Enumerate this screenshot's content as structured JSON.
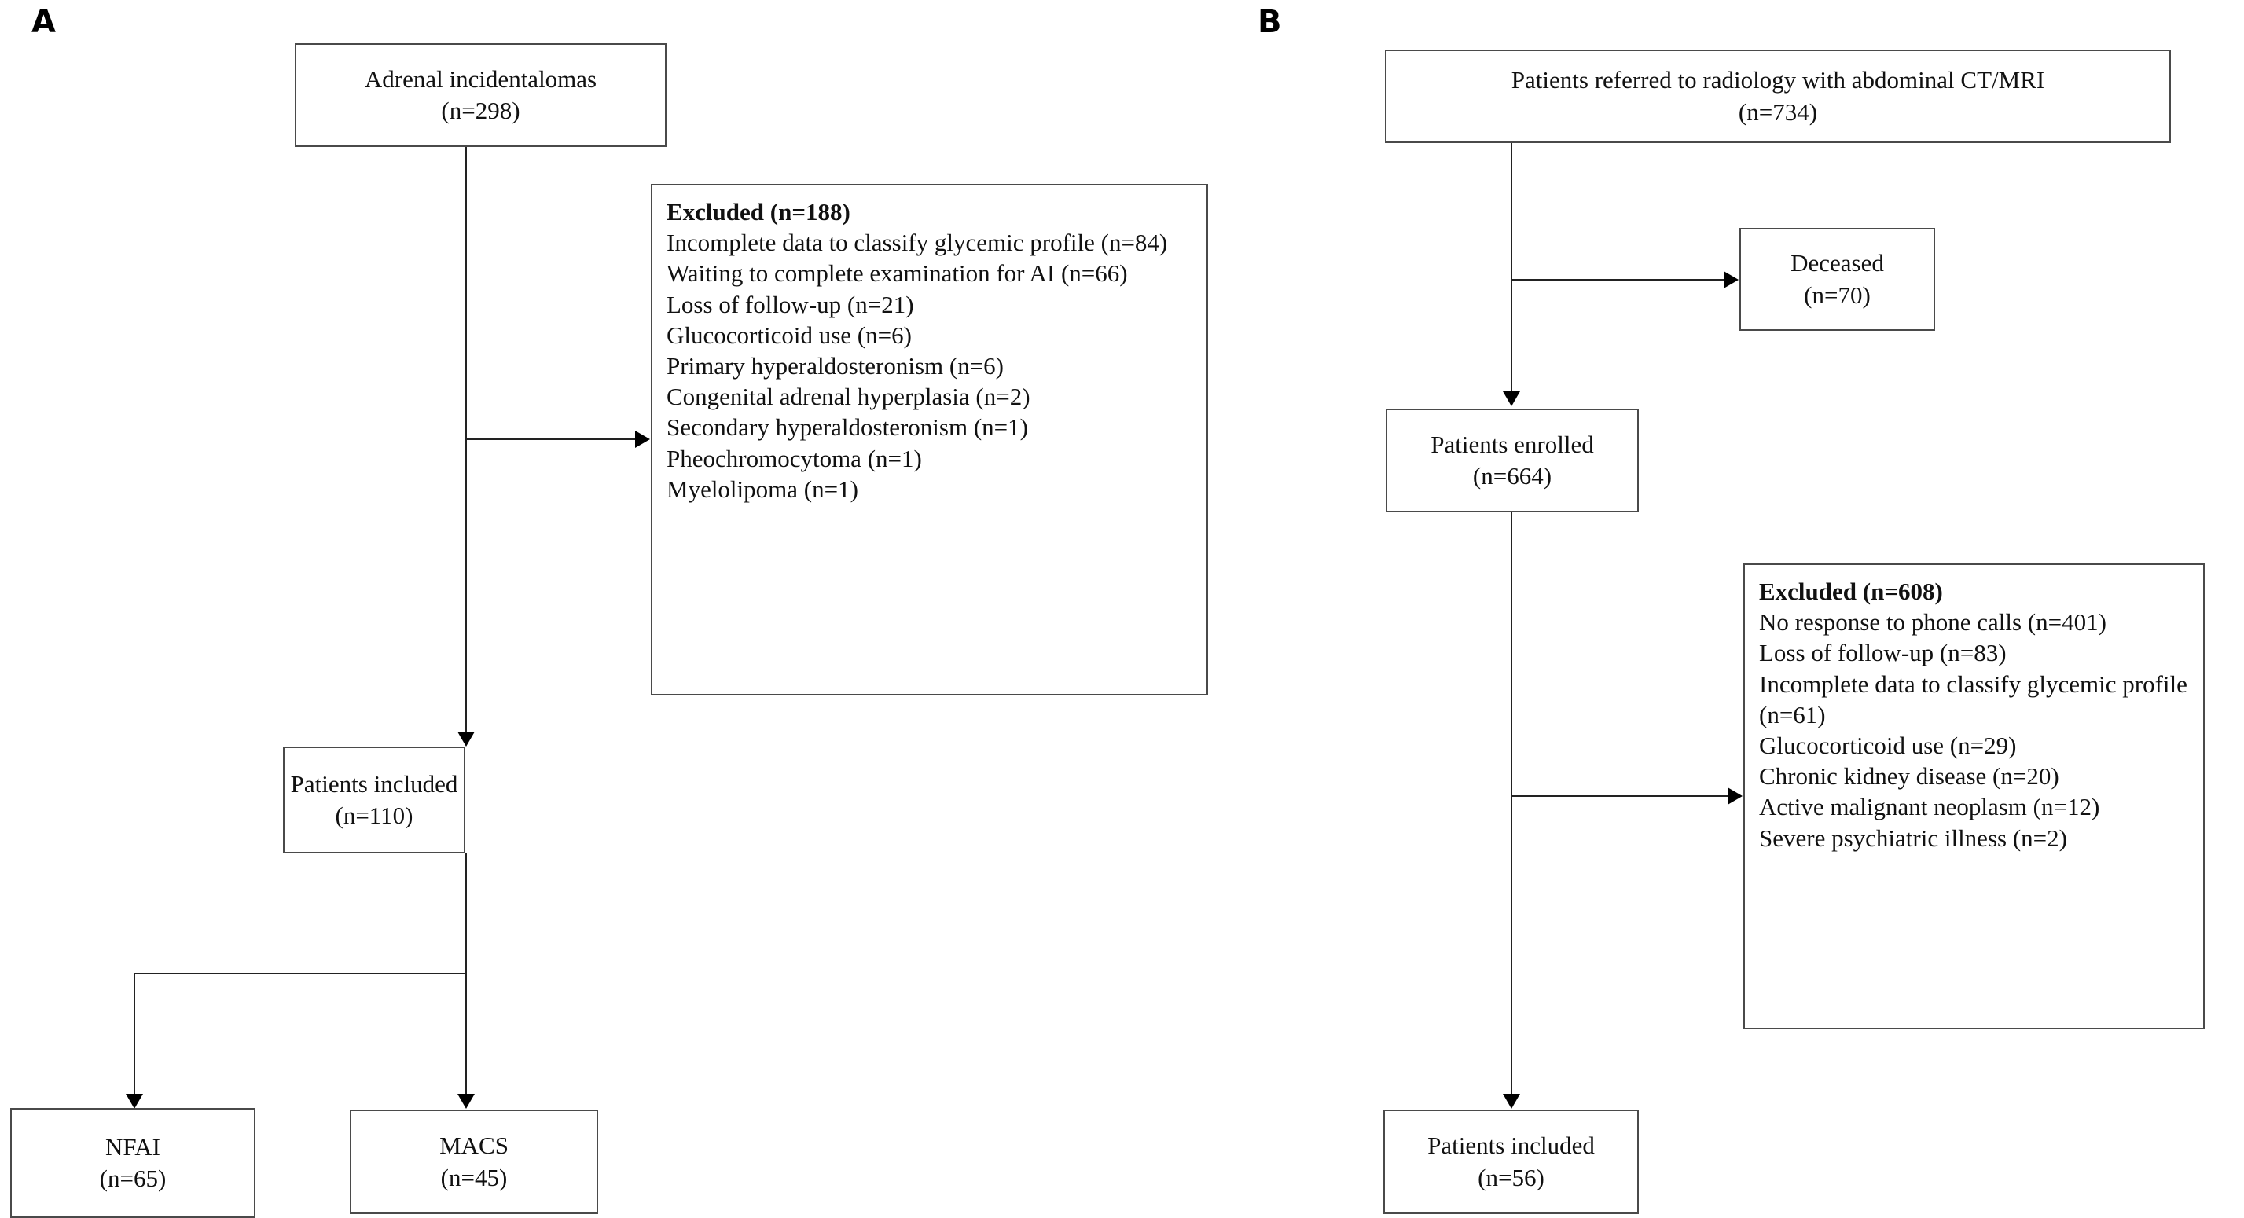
{
  "figure": {
    "type": "flowchart",
    "description": "Two-panel patient selection flow diagram (CONSORT-style)"
  },
  "panels": [
    {
      "id": "A",
      "letter": "A",
      "nodes": {
        "source": {
          "line1": "Adrenal incidentalomas",
          "line2": "(n=298)"
        },
        "excluded": {
          "heading": "Excluded (n=188)",
          "items": [
            "Incomplete data to classify glycemic profile (n=84)",
            "Waiting to complete examination for AI (n=66)",
            "Loss of follow-up (n=21)",
            "Glucocorticoid use (n=6)",
            "Primary hyperaldosteronism (n=6)",
            "Congenital adrenal hyperplasia (n=2)",
            "Secondary hyperaldosteronism (n=1)",
            "Pheochromocytoma (n=1)",
            "Myelolipoma (n=1)"
          ]
        },
        "included": {
          "line1": "Patients included",
          "line2": "(n=110)"
        },
        "group_left": {
          "line1": "NFAI",
          "line2": "(n=65)"
        },
        "group_right": {
          "line1": "MACS",
          "line2": "(n=45)"
        }
      }
    },
    {
      "id": "B",
      "letter": "B",
      "nodes": {
        "source": {
          "line1": "Patients referred to radiology with abdominal CT/MRI",
          "line2": "(n=734)"
        },
        "deceased": {
          "line1": "Deceased",
          "line2": "(n=70)"
        },
        "enrolled": {
          "line1": "Patients enrolled",
          "line2": "(n=664)"
        },
        "excluded": {
          "heading": "Excluded (n=608)",
          "items": [
            "No response to phone calls (n=401)",
            "Loss of follow-up (n=83)",
            "Incomplete data to classify glycemic profile (n=61)",
            "Glucocorticoid use (n=29)",
            "Chronic kidney disease (n=20)",
            "Active malignant neoplasm (n=12)",
            "Severe psychiatric illness (n=2)"
          ]
        },
        "included": {
          "line1": "Patients included",
          "line2": "(n=56)"
        }
      }
    }
  ],
  "colors": {
    "box_border": "#4a4a4a",
    "connector": "#222222",
    "text": "#111111",
    "background": "#ffffff"
  }
}
